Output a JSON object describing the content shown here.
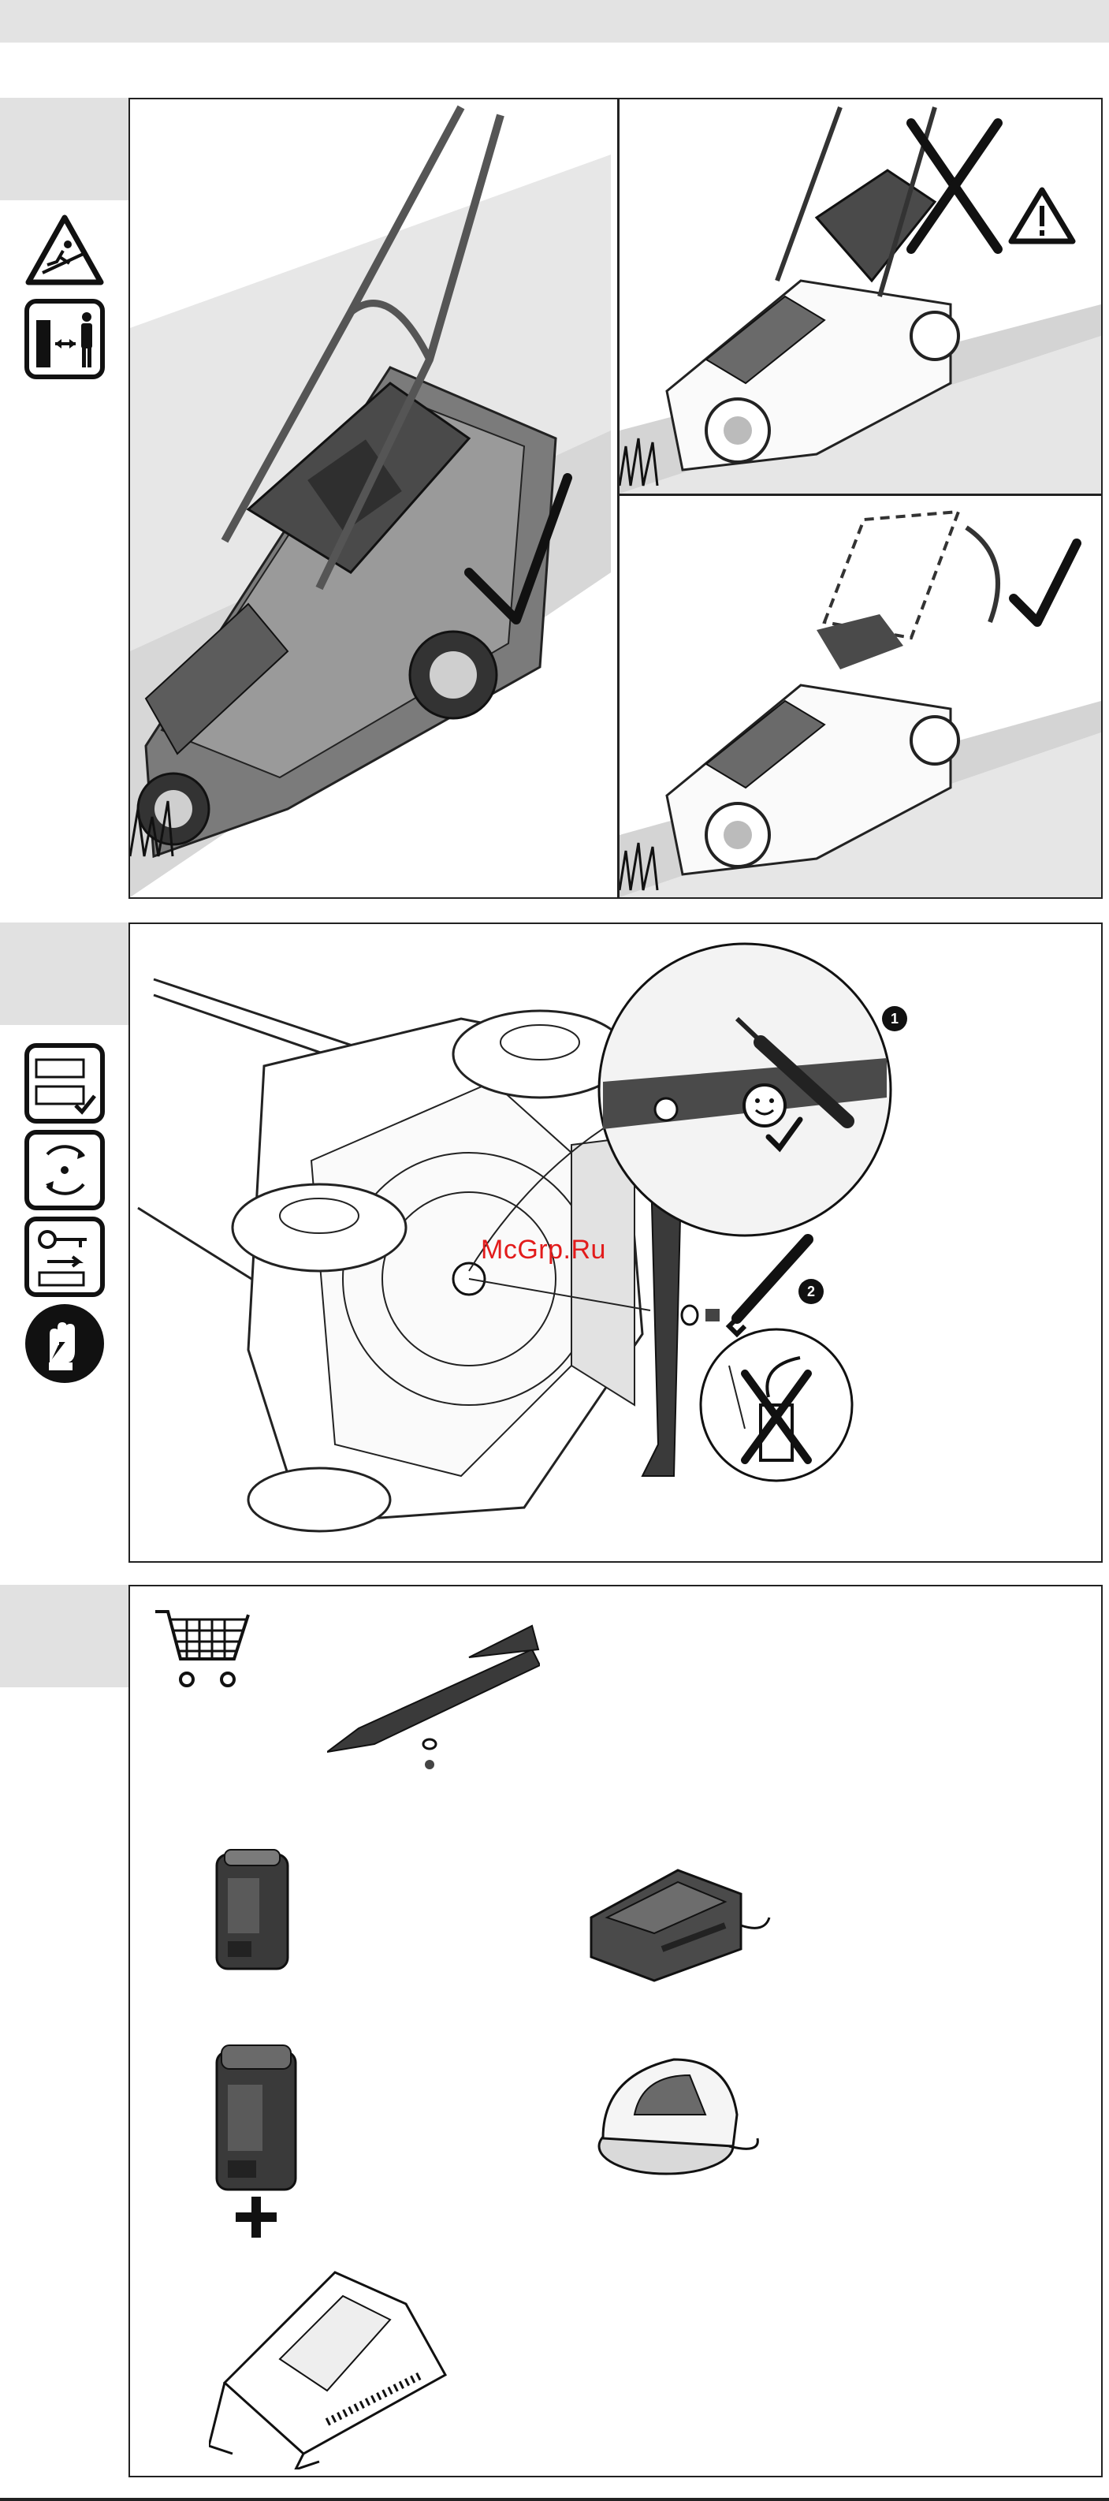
{
  "watermark": {
    "text": "McGrp.Ru"
  },
  "callouts": {
    "step1": "1",
    "step2": "2"
  },
  "colors": {
    "panel_border": "#222222",
    "tab_gray": "#e1e1e1",
    "accent_watermark": "#e21b1b",
    "mower_dark": "#4a4a4a",
    "mower_mid": "#8a8a8a"
  },
  "icons": {
    "section1": [
      "slope-warning-icon",
      "keep-distance-icon"
    ],
    "section2": [
      "read-manual-icon",
      "blade-rotation-icon",
      "remove-key-icon",
      "gloves-icon"
    ],
    "section3": [
      "shopping-cart-icon"
    ]
  }
}
